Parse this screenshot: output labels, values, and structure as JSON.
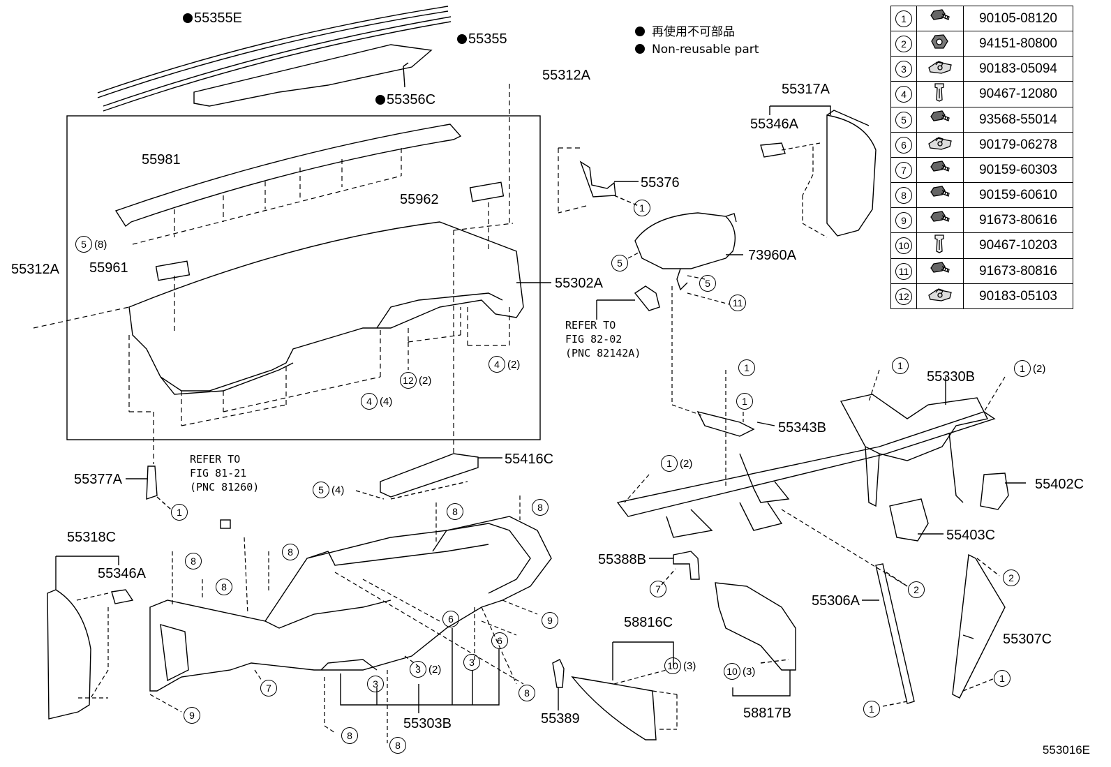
{
  "legend": {
    "line_jp": "再使用不可部品",
    "line_en": "Non-reusable part"
  },
  "fastener_table": [
    {
      "no": "1",
      "icon": "bolt-icon",
      "part": "90105-08120"
    },
    {
      "no": "2",
      "icon": "nut-icon",
      "part": "94151-80800"
    },
    {
      "no": "3",
      "icon": "clip-nut-icon",
      "part": "90183-05094"
    },
    {
      "no": "4",
      "icon": "push-clip-icon",
      "part": "90467-12080"
    },
    {
      "no": "5",
      "icon": "bolt-icon",
      "part": "93568-55014"
    },
    {
      "no": "6",
      "icon": "clip-nut-icon",
      "part": "90179-06278"
    },
    {
      "no": "7",
      "icon": "bolt-icon",
      "part": "90159-60303"
    },
    {
      "no": "8",
      "icon": "bolt-icon",
      "part": "90159-60610"
    },
    {
      "no": "9",
      "icon": "bolt-icon",
      "part": "91673-80616"
    },
    {
      "no": "10",
      "icon": "push-clip-icon",
      "part": "90467-10203"
    },
    {
      "no": "11",
      "icon": "bolt-icon",
      "part": "91673-80816"
    },
    {
      "no": "12",
      "icon": "clip-nut-icon",
      "part": "90183-05103"
    }
  ],
  "parts": {
    "p55355E": "55355E",
    "p55355": "55355",
    "p55356C": "55356C",
    "p55312A_top": "55312A",
    "p55312A_left": "55312A",
    "p55981": "55981",
    "p55962": "55962",
    "p55961": "55961",
    "p55302A": "55302A",
    "p55376": "55376",
    "p73960A": "73960A",
    "p55317A": "55317A",
    "p55346A_top": "55346A",
    "p55330B": "55330B",
    "p55343B": "55343B",
    "p55402C": "55402C",
    "p55403C": "55403C",
    "p55416C": "55416C",
    "p55377A": "55377A",
    "p55318C": "55318C",
    "p55346A_bot": "55346A",
    "p55388B": "55388B",
    "p58816C": "58816C",
    "p58817B": "58817B",
    "p55306A": "55306A",
    "p55307C": "55307C",
    "p55303B": "55303B",
    "p55389": "55389"
  },
  "refer": {
    "r1": "REFER TO\nFIG 82-02\n(PNC 82142A)",
    "r2": "REFER TO\nFIG 81-21\n(PNC 81260)"
  },
  "qty": {
    "q8": "(8)",
    "q2a": "(2)",
    "q2b": "(2)",
    "q4a": "(4)",
    "q4b": "(4)",
    "q2c": "(2)",
    "q2d": "(2)",
    "q2e": "(2)",
    "q3a": "(3)",
    "q3b": "(3)"
  },
  "tags": {
    "t1": "1",
    "t2": "2",
    "t3": "3",
    "t4": "4",
    "t5": "5",
    "t6": "6",
    "t7": "7",
    "t8": "8",
    "t9": "9",
    "t10": "10",
    "t11": "11",
    "t12": "12"
  },
  "ref_code": "553016E"
}
